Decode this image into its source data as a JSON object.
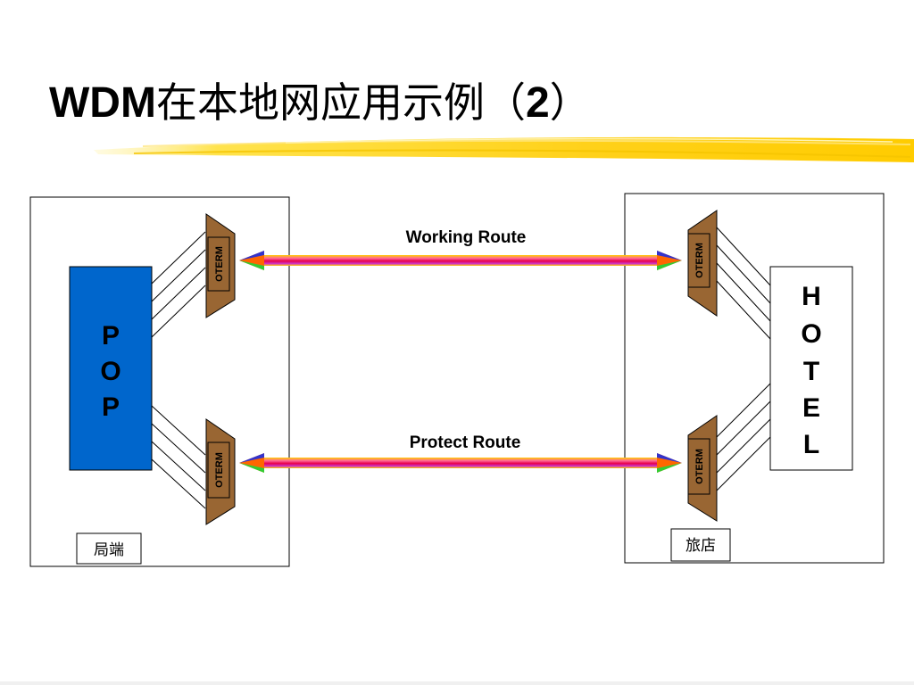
{
  "title": {
    "latin": "WDM",
    "cjk": "在本地网应用示例（",
    "number": "2",
    "close": "）"
  },
  "routes": {
    "working": "Working Route",
    "protect": "Protect Route"
  },
  "pop": {
    "letters": [
      "P",
      "O",
      "P"
    ]
  },
  "hotel": {
    "letters": [
      "H",
      "O",
      "T",
      "E",
      "L"
    ]
  },
  "oterm_label": "OTERM",
  "sites": {
    "left": "局端",
    "right": "旅店"
  },
  "colors": {
    "pop_fill": "#0066cc",
    "oterm_fill": "#996633",
    "underline": "#ffd700"
  }
}
